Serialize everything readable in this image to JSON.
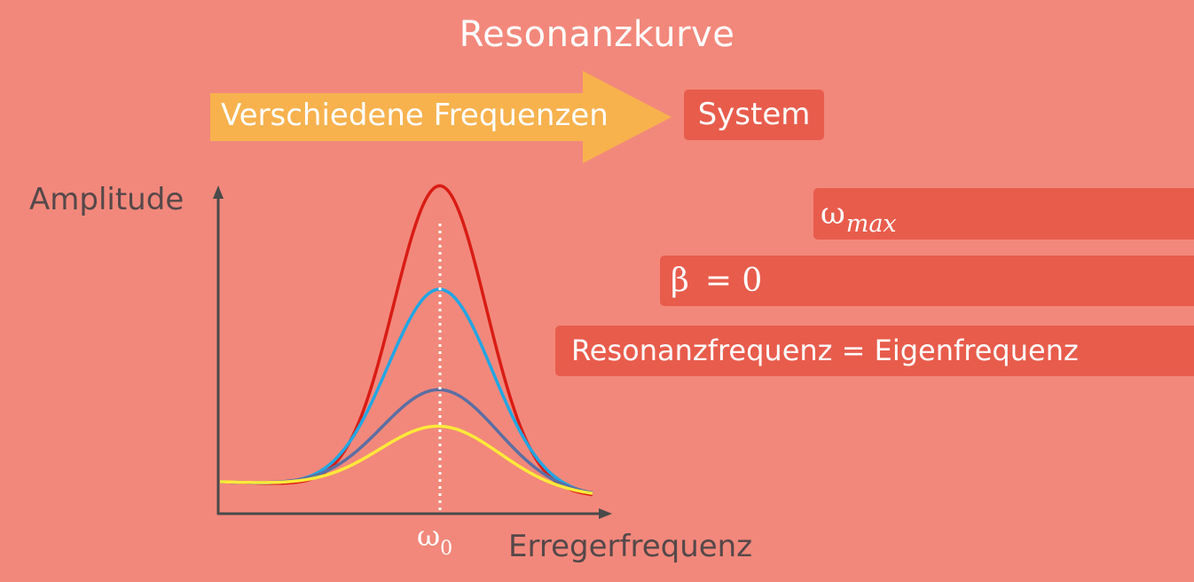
{
  "title": "Resonanzkurve",
  "input_arrow": {
    "label": "Verschiedene Frequenzen",
    "color": "#f7b24e"
  },
  "system_box": {
    "label": "System"
  },
  "info_boxes": {
    "omega_symbol": "ω",
    "omega_subscript": "max",
    "beta_symbol": "β",
    "beta_equals": "= 0",
    "resonance_text": "Resonanzfrequenz = Eigenfrequenz",
    "box_color": "#e85c4c"
  },
  "chart_data": {
    "type": "line",
    "ylabel": "Amplitude",
    "xlabel": "Erregerfrequenz",
    "marker": {
      "symbol": "ω",
      "subscript": "0",
      "style": "dotted-vertical"
    },
    "series": [
      {
        "color": "#d91c14",
        "peak": 1.0
      },
      {
        "color": "#22a6e4",
        "peak": 0.66
      },
      {
        "color": "#5b6fa3",
        "peak": 0.33
      },
      {
        "color": "#ffe93a",
        "peak": 0.21
      }
    ],
    "axis_color": "#4a4a4a",
    "grid": false
  }
}
